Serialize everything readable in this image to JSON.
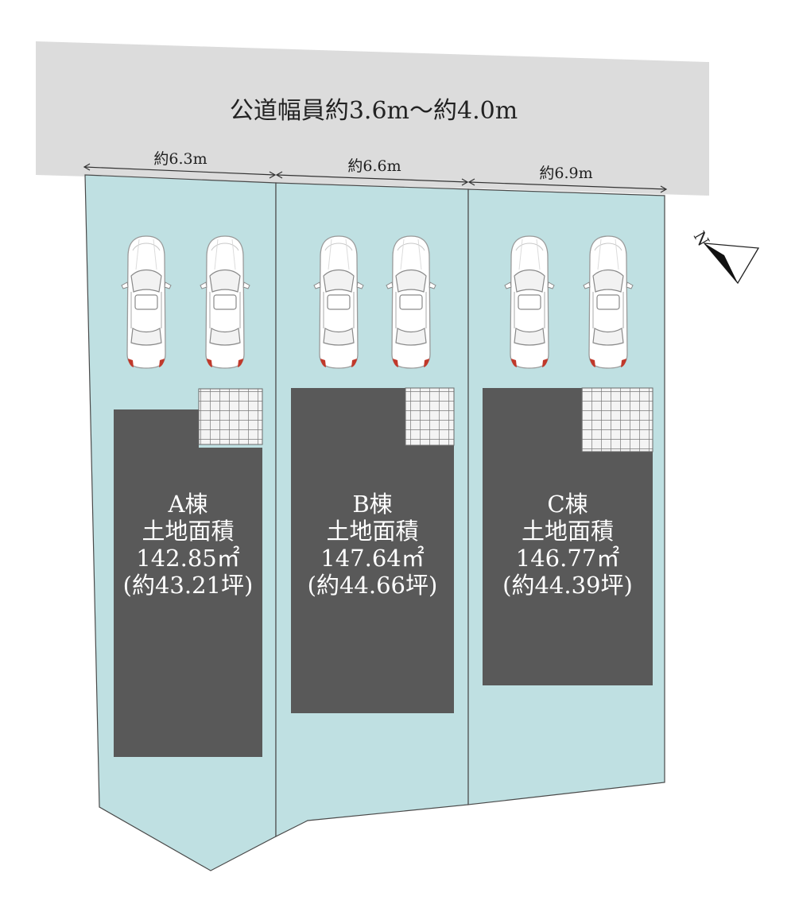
{
  "road": {
    "label": "公道幅員約3.6m～約4.0m"
  },
  "frontage": [
    {
      "lot": "A",
      "label": "約6.3m"
    },
    {
      "lot": "B",
      "label": "約6.6m"
    },
    {
      "lot": "C",
      "label": "約6.9m"
    }
  ],
  "lots": [
    {
      "name": "A棟",
      "area_title": "土地面積",
      "area_sqm": "142.85㎡",
      "area_tsubo": "(約43.21坪)"
    },
    {
      "name": "B棟",
      "area_title": "土地面積",
      "area_sqm": "147.64㎡",
      "area_tsubo": "(約44.66坪)"
    },
    {
      "name": "C棟",
      "area_title": "土地面積",
      "area_sqm": "146.77㎡",
      "area_tsubo": "(約44.39坪)"
    }
  ],
  "compass": {
    "label": "N"
  },
  "colors": {
    "road": "#dcdcdc",
    "lot": "#bfe0e2",
    "building": "#595959",
    "lot_border": "#4a4a4a"
  }
}
